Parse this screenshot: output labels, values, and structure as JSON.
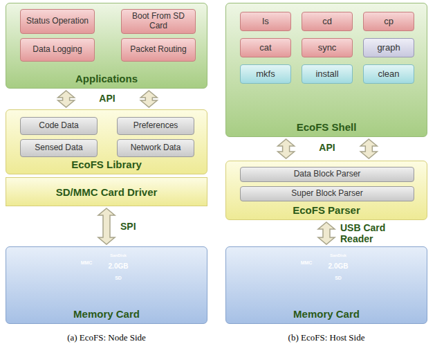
{
  "diagram": {
    "nodes": [
      {
        "text": [
          "Applications"
        ]
      },
      {
        "text": [
          "Status Operation"
        ],
        "in": 0
      },
      {
        "text": [
          "Boot From SD Card"
        ],
        "in": 0
      },
      {
        "text": [
          "Data Logging"
        ],
        "in": 0
      },
      {
        "text": [
          "Packet Routing"
        ],
        "in": 0
      },
      {
        "text": [
          "EcoFS Library"
        ]
      },
      {
        "text": [
          "Code Data"
        ],
        "in": 5
      },
      {
        "text": [
          "Preferences"
        ],
        "in": 5
      },
      {
        "text": [
          "Sensed Data"
        ],
        "in": 5
      },
      {
        "text": [
          "Network Data"
        ],
        "in": 5
      },
      {
        "text": [
          "SD/MMC Card Driver"
        ]
      },
      {
        "text": [
          "Memory Card"
        ]
      },
      {
        "text": [
          "EcoFS Shell"
        ]
      },
      {
        "text": [
          "ls"
        ],
        "in": 12
      },
      {
        "text": [
          "cd"
        ],
        "in": 12
      },
      {
        "text": [
          "cp"
        ],
        "in": 12
      },
      {
        "text": [
          "cat"
        ],
        "in": 12
      },
      {
        "text": [
          "sync"
        ],
        "in": 12
      },
      {
        "text": [
          "graph"
        ],
        "in": 12
      },
      {
        "text": [
          "mkfs"
        ],
        "in": 12
      },
      {
        "text": [
          "install"
        ],
        "in": 12
      },
      {
        "text": [
          "clean"
        ],
        "in": 12
      },
      {
        "text": [
          "EcoFS Parser"
        ]
      },
      {
        "text": [
          "Data Block Parser"
        ],
        "in": 22
      },
      {
        "text": [
          "Super Block Parser"
        ],
        "in": 22
      },
      {
        "text": [
          "Memory Card"
        ]
      }
    ],
    "edges": [
      {
        "from": 0,
        "to": 5,
        "arrow": "both"
      },
      {
        "from": 0,
        "to": 5,
        "arrow": "both"
      },
      {
        "from": 10,
        "to": 11,
        "label": "SPI",
        "arrow": "both"
      },
      {
        "from": 12,
        "to": 22,
        "arrow": "both"
      },
      {
        "from": 12,
        "to": 22,
        "arrow": "both"
      },
      {
        "from": 22,
        "to": 25,
        "label": "USB Card Reader",
        "arrow": "both"
      }
    ],
    "labels": [
      "API",
      "MMC",
      "SanDisk",
      "2.0GB",
      "SD",
      "(a) EcoFS: Node Side",
      "API",
      "MMC",
      "SanDisk",
      "2.0GB",
      "SD",
      "(b) EcoFS: Host Side"
    ]
  }
}
